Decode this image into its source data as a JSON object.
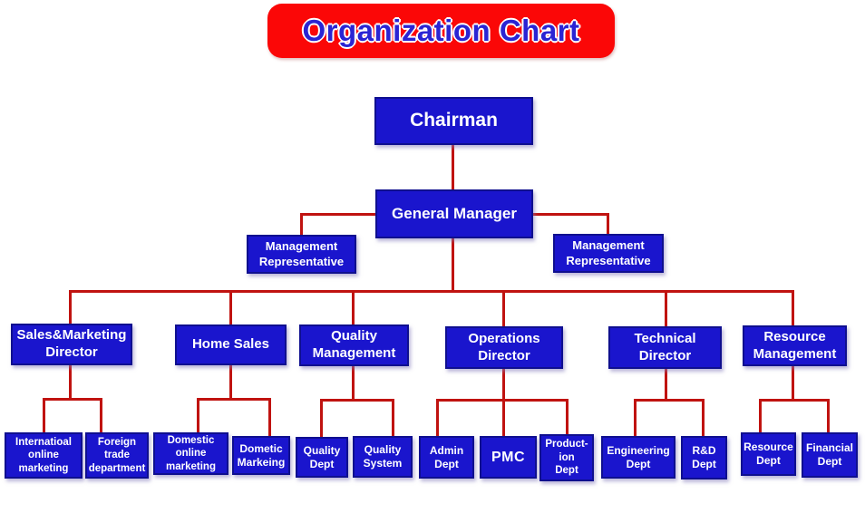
{
  "title": "Organization Chart",
  "colors": {
    "box_fill": "#1a15cd",
    "box_border": "#0f0f8f",
    "box_text": "#ffffff",
    "connector_red": "#c01310",
    "banner_fill": "#fb0707",
    "banner_text": "#2b24d3"
  },
  "nodes": {
    "chairman": {
      "label": "Chairman"
    },
    "general_manager": {
      "label": "General Manager"
    },
    "mgmt_rep_left": {
      "label": "Management\nRepresentative"
    },
    "mgmt_rep_right": {
      "label": "Management\nRepresentative"
    },
    "sales_marketing": {
      "label": "Sales&Marketing\nDirector"
    },
    "home_sales": {
      "label": "Home Sales"
    },
    "quality_mgmt": {
      "label": "Quality\nManagement"
    },
    "operations": {
      "label": "Operations\nDirector"
    },
    "technical": {
      "label": "Technical\nDirector"
    },
    "resource_mgmt": {
      "label": "Resource\nManagement"
    },
    "intl_online": {
      "label": "Internatioal\nonline\nmarketing"
    },
    "foreign_trade": {
      "label": "Foreign\ntrade\ndepartment"
    },
    "domestic_online": {
      "label": "Domestic\nonline\nmarketing"
    },
    "dometic_marketing": {
      "label": "Dometic\nMarkeing"
    },
    "quality_dept": {
      "label": "Quality\nDept"
    },
    "quality_system": {
      "label": "Quality\nSystem"
    },
    "admin_dept": {
      "label": "Admin\nDept"
    },
    "pmc": {
      "label": "PMC"
    },
    "production_dept": {
      "label": "Product-\nion\nDept"
    },
    "engineering_dept": {
      "label": "Engineering\nDept"
    },
    "rd_dept": {
      "label": "R&D\nDept"
    },
    "resource_dept": {
      "label": "Resource\nDept"
    },
    "financial_dept": {
      "label": "Financial\nDept"
    }
  },
  "hierarchy": {
    "chairman": [
      "general_manager"
    ],
    "general_manager": [
      "mgmt_rep_left",
      "mgmt_rep_right",
      "sales_marketing",
      "home_sales",
      "quality_mgmt",
      "operations",
      "technical",
      "resource_mgmt"
    ],
    "sales_marketing": [
      "intl_online",
      "foreign_trade"
    ],
    "home_sales": [
      "domestic_online",
      "dometic_marketing"
    ],
    "quality_mgmt": [
      "quality_dept",
      "quality_system"
    ],
    "operations": [
      "admin_dept",
      "pmc",
      "production_dept"
    ],
    "technical": [
      "engineering_dept",
      "rd_dept"
    ],
    "resource_mgmt": [
      "resource_dept",
      "financial_dept"
    ]
  }
}
